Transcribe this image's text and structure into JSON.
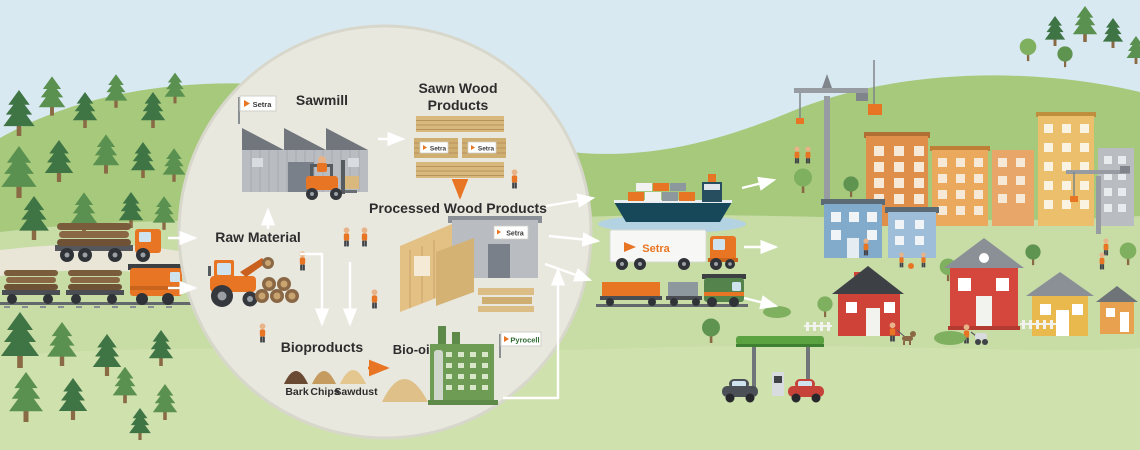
{
  "scene": {
    "labels": {
      "sawmill": "Sawmill",
      "sawn_wood_line1": "Sawn Wood",
      "sawn_wood_line2": "Products",
      "processed_wood": "Processed Wood Products",
      "raw_material": "Raw Material",
      "bioproducts": "Bioproducts",
      "bark": "Bark",
      "chips": "Chips",
      "sawdust": "Sawdust",
      "bio_oil": "Bio-oil"
    },
    "brands": {
      "setra": "Setra",
      "pyrocell": "Pyrocell"
    },
    "colors": {
      "sky": "#d9e9f2",
      "hill_far": "#a6c97c",
      "ground": "#c8dca6",
      "circle": "#e9e8df",
      "tree_dark": "#3f7445",
      "tree_mid": "#5b9150",
      "accent_orange": "#e87524",
      "building_gray": "#b9bdc2",
      "plant_green": "#6f9c55",
      "text": "#2d2d2d"
    }
  }
}
